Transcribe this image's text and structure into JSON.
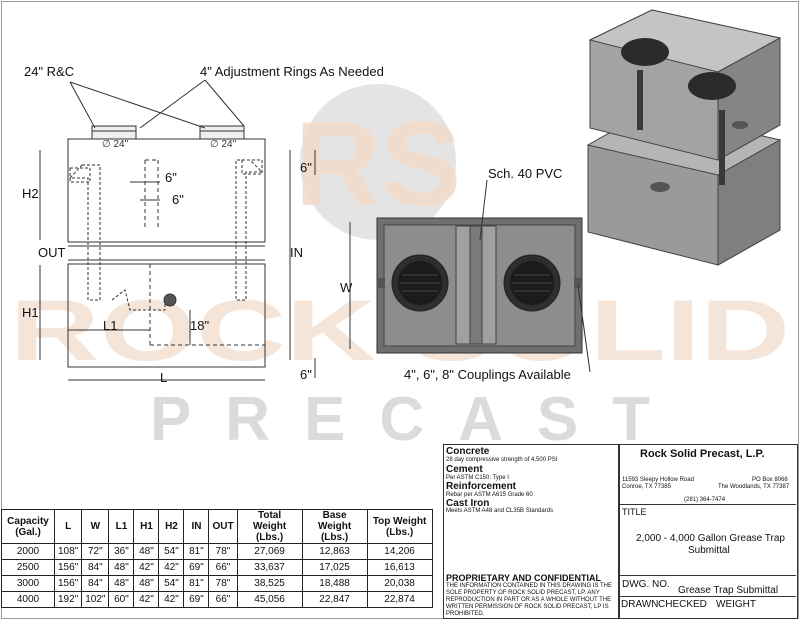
{
  "labels": {
    "rc": "24\" R&C",
    "adjustment": "4\" Adjustment Rings As Needed",
    "pvc": "Sch. 40 PVC",
    "couplings": "4\", 6\", 8\" Couplings Available",
    "h2": "H2",
    "h1": "H1",
    "out": "OUT",
    "in": "IN",
    "l": "L",
    "l1": "L1",
    "w": "W",
    "dim_6_top": "6\"",
    "dim_6_bottom": "6\"",
    "dim_6_a": "6\"",
    "dim_6_b": "6\"",
    "dim_18": "18\"",
    "dia_24_left": "∅ 24\"",
    "dia_24_right": "∅ 24\""
  },
  "watermark": {
    "logo": "RS",
    "name": "ROCK SOLID",
    "sub": "PRECAST"
  },
  "spec_table": {
    "headers": [
      "Capacity (Gal.)",
      "L",
      "W",
      "L1",
      "H1",
      "H2",
      "IN",
      "OUT",
      "Total Weight (Lbs.)",
      "Base Weight (Lbs.)",
      "Top Weight (Lbs.)"
    ],
    "rows": [
      [
        "2000",
        "108\"",
        "72\"",
        "36\"",
        "48\"",
        "54\"",
        "81\"",
        "78\"",
        "27,069",
        "12,863",
        "14,206"
      ],
      [
        "2500",
        "156\"",
        "84\"",
        "48\"",
        "42\"",
        "42\"",
        "69\"",
        "66\"",
        "33,637",
        "17,025",
        "16,613"
      ],
      [
        "3000",
        "156\"",
        "84\"",
        "48\"",
        "48\"",
        "54\"",
        "81\"",
        "78\"",
        "38,525",
        "18,488",
        "20,038"
      ],
      [
        "4000",
        "192\"",
        "102\"",
        "60\"",
        "42\"",
        "42\"",
        "69\"",
        "66\"",
        "45,056",
        "22,847",
        "22,874"
      ]
    ]
  },
  "notes": {
    "concrete_title": "Concrete",
    "concrete_text": "28 day compressive strength of 4,500 PSI",
    "cement_title": "Cement",
    "cement_text": "Per ASTM C150: Type I",
    "reinf_title": "Reinforcement",
    "reinf_text": "Rebar per ASTM A615 Grade 60",
    "cast_title": "Cast Iron",
    "cast_text": "Meets ASTM A48 and CL35B Standards",
    "prop_title": "PROPRIETARY AND CONFIDENTIAL",
    "prop_text": "THE INFORMATION CONTAINED IN THIS DRAWING IS THE SOLE PROPERTY OF ROCK SOLID PRECAST, LP. ANY REPRODUCTION IN PART OR AS A WHOLE WITHOUT THE WRITTEN PERMISSION OF ROCK SOLID PRECAST, LP IS PROHIBITED."
  },
  "title_block": {
    "company": "Rock Solid Precast, L.P.",
    "addr1_left": "11593 Sleepy Hollow Road",
    "addr2_left": "Conroe, TX 77385",
    "addr1_right": "PO Box 8066",
    "addr2_right": "The Woodlands, TX 77387",
    "phone": "(281) 364-7474",
    "title_label": "TITLE",
    "title_line1": "2,000 - 4,000 Gallon Grease Trap",
    "title_line2": "Submittal",
    "dwg_label": "DWG.  NO.",
    "dwg_value": "Grease Trap Submittal",
    "drawn_label": "DRAWN",
    "checked_label": "CHECKED",
    "weight_label": "WEIGHT"
  },
  "colors": {
    "line": "#333333",
    "watermark_gray": "#c9c9c9",
    "watermark_orange": "#f2dccb",
    "tank_fill": "#8a8a8a",
    "tank_dark": "#5a5a5a"
  }
}
